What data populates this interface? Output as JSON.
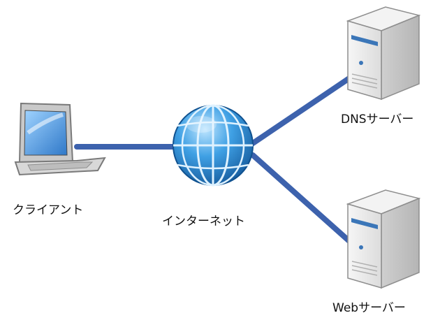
{
  "labels": {
    "client": "クライアント",
    "internet": "インターネット",
    "dns_server": "DNSサーバー",
    "web_server": "Webサーバー"
  },
  "colors": {
    "link": "#3d62ad",
    "globe": "#2a7cc4",
    "server_body": "#eeeeee",
    "server_accent": "#3b76b8"
  }
}
